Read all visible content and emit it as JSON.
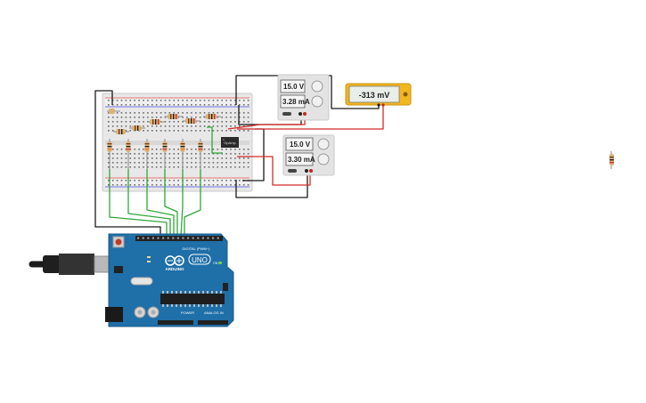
{
  "power_supply_1": {
    "voltage": "15.0 V",
    "current": "3.28 mA"
  },
  "power_supply_2": {
    "voltage": "15.0 V",
    "current": "3.30 mA"
  },
  "multimeter": {
    "reading": "-313 mV"
  },
  "ic": {
    "label": "OpAmp"
  },
  "arduino": {
    "board_name": "ARDUINO",
    "model": "UNO",
    "digital_label": "DIGITAL (PWM~)",
    "power_label": "POWER",
    "analog_label": "ANALOG IN",
    "on_label": "ON"
  },
  "colors": {
    "wire_black": "#1a1a1a",
    "wire_red": "#d42a2a",
    "wire_green": "#2fa83a",
    "arduino_blue": "#1f6fa8",
    "multimeter_yellow": "#f2b61f",
    "breadboard": "#e6e6e6"
  }
}
